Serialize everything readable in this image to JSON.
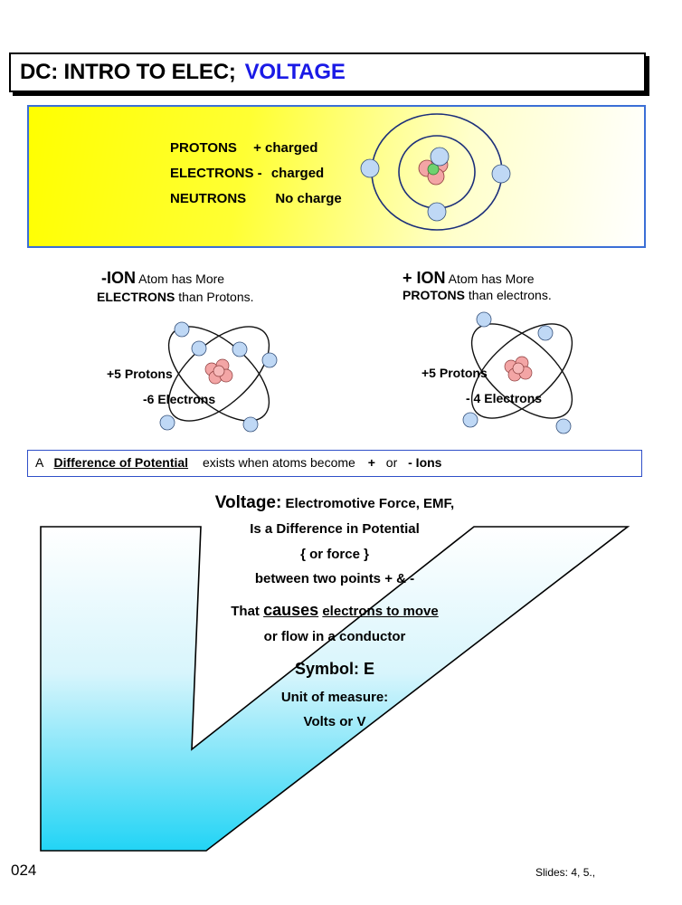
{
  "header": {
    "title": "DC:  INTRO TO ELEC;",
    "title_accent": "VOLTAGE"
  },
  "charges": {
    "protons_label": "PROTONS",
    "protons_value": "+  charged",
    "electrons_label": "ELECTRONS -",
    "electrons_value": "charged",
    "neutrons_label": "NEUTRONS",
    "neutrons_value": "No charge"
  },
  "negative_ion": {
    "title": "-ION",
    "line1": "Atom has More",
    "line2_bold": "ELECTRONS",
    "line2": "than Protons.",
    "protons_label": "+5 Protons",
    "electrons_label": "-6 Electrons"
  },
  "positive_ion": {
    "title": "+ ION",
    "line1": "Atom has More",
    "line2_bold": "PROTONS",
    "line2": "than electrons.",
    "protons_label": "+5 Protons",
    "electrons_label": "- 4  Electrons"
  },
  "difference": {
    "prefix": "A",
    "term": "Difference of Potential",
    "middle": "exists when atoms become",
    "plus": "+",
    "or": "or",
    "minus_ions": "- Ions"
  },
  "voltage": {
    "heading": "Voltage:",
    "heading_rest": "Electromotive Force,  EMF,",
    "line1": "Is a Difference in Potential",
    "line2": "{ or force }",
    "line3": "between two points   + & -",
    "line4_pre": "That",
    "line4_causes": "causes",
    "line4_post": "electrons to move",
    "line5": "or flow in a conductor",
    "symbol": "Symbol:   E",
    "unit_label": "Unit of measure:",
    "unit_value": "Volts  or  V"
  },
  "footer": {
    "page_number": "024",
    "slides": "Slides: 4, 5.,"
  },
  "colors": {
    "accent_blue": "#1a1ae6",
    "panel_yellow": "#ffff00",
    "v_cyan": "#22d4f5",
    "electron_blue": "#9cc4ee",
    "nucleus_red": "#f3a5a5",
    "orbit_navy": "#1c2f7a"
  }
}
